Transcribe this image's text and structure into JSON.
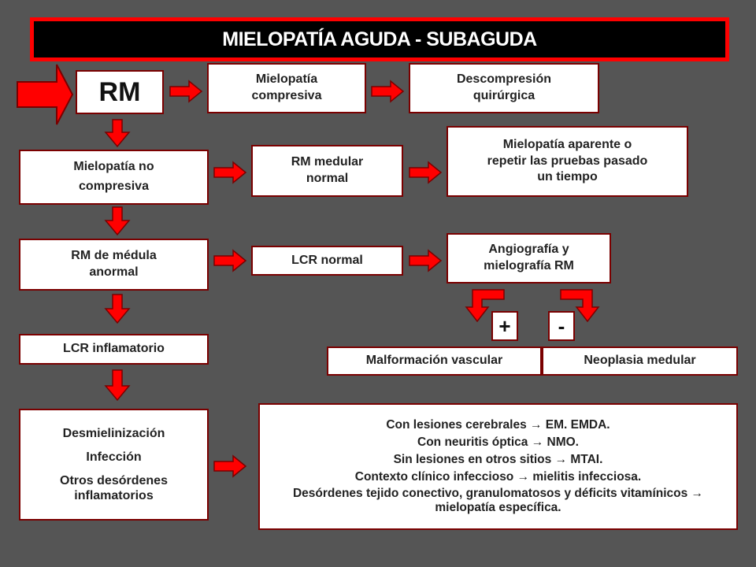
{
  "title": "MIELOPATÍA AGUDA - SUBAGUDA",
  "colors": {
    "background": "#555555",
    "arrow": "#ff0000",
    "box_border": "#7a0000",
    "title_bg": "#000000"
  },
  "nodes": {
    "rm": "RM",
    "compresiva": [
      "Mielopatía",
      "compresiva"
    ],
    "descompresion": [
      "Descompresión",
      "quirúrgica"
    ],
    "no_compresiva": [
      "Mielopatía no",
      "compresiva"
    ],
    "rm_normal": [
      "RM medular",
      "normal"
    ],
    "aparente": [
      "Mielopatía aparente o",
      "repetir las pruebas pasado",
      "un tiempo"
    ],
    "medula_anormal": [
      "RM de médula",
      "anormal"
    ],
    "lcr_normal": "LCR normal",
    "angiografia": [
      "Angiografía y",
      "mielografía RM"
    ],
    "plus": "+",
    "minus": "-",
    "malformacion": "Malformación vascular",
    "neoplasia": "Neoplasia medular",
    "lcr_inflamatorio": "LCR inflamatorio",
    "desmielinizacion": [
      "Desmielinización",
      "Infección",
      "Otros desórdenes inflamatorios"
    ],
    "lesiones": [
      "Con lesiones cerebrales → EM. EMDA.",
      "Con neuritis óptica → NMO.",
      "Sin lesiones en otros sitios → MTAI.",
      "Contexto clínico infeccioso → mielitis infecciosa.",
      "Desórdenes tejido conectivo, granulomatosos y déficits vitamínicos → mielopatía específica."
    ]
  }
}
